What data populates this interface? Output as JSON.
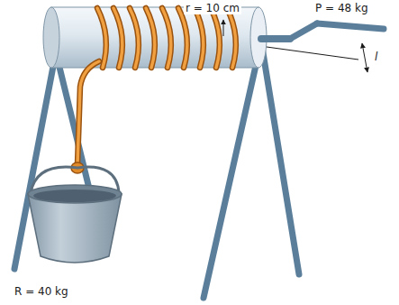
{
  "diagram": {
    "labels": [
      "r = 10 cm",
      "P = 48 kg",
      "R = 40 kg",
      "l"
    ]
  }
}
